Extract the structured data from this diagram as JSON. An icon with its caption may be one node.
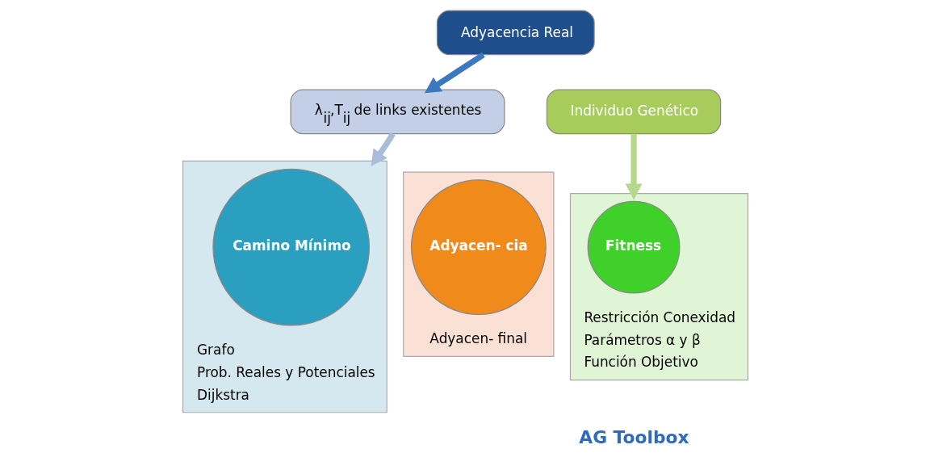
{
  "diagram": {
    "nodes": [
      {
        "text": [
          "Adyacencia Real"
        ]
      },
      {
        "text": [
          "λ$_{ij}$,T$_{ij}$ de links existentes"
        ]
      },
      {
        "text": [
          "Grafo",
          "Prob. Reales y Potenciales",
          "Dijkstra"
        ]
      },
      {
        "text": [
          "Camino Mínimo"
        ],
        "in": 2
      },
      {
        "text": [
          "Individuo Genético"
        ]
      },
      {
        "text": [
          "Restricción Conexidad",
          "Parámetros α y β",
          "Función Objetivo"
        ]
      },
      {
        "text": [
          "Fitness"
        ],
        "in": 5
      },
      {
        "text": [
          "Adyacen- final"
        ]
      },
      {
        "text": [
          "Adyacen- cia"
        ],
        "in": 7
      }
    ],
    "edges": [
      {
        "from": 0,
        "to": 1,
        "arrow": "to",
        "color": "#3a78c0"
      },
      {
        "from": 1,
        "to": 2,
        "arrow": "to",
        "color": "#a9bcd9"
      },
      {
        "from": 4,
        "to": 5,
        "arrow": "to",
        "color": "#b5d98a"
      }
    ],
    "labels": [
      "AG Toolbox"
    ]
  }
}
